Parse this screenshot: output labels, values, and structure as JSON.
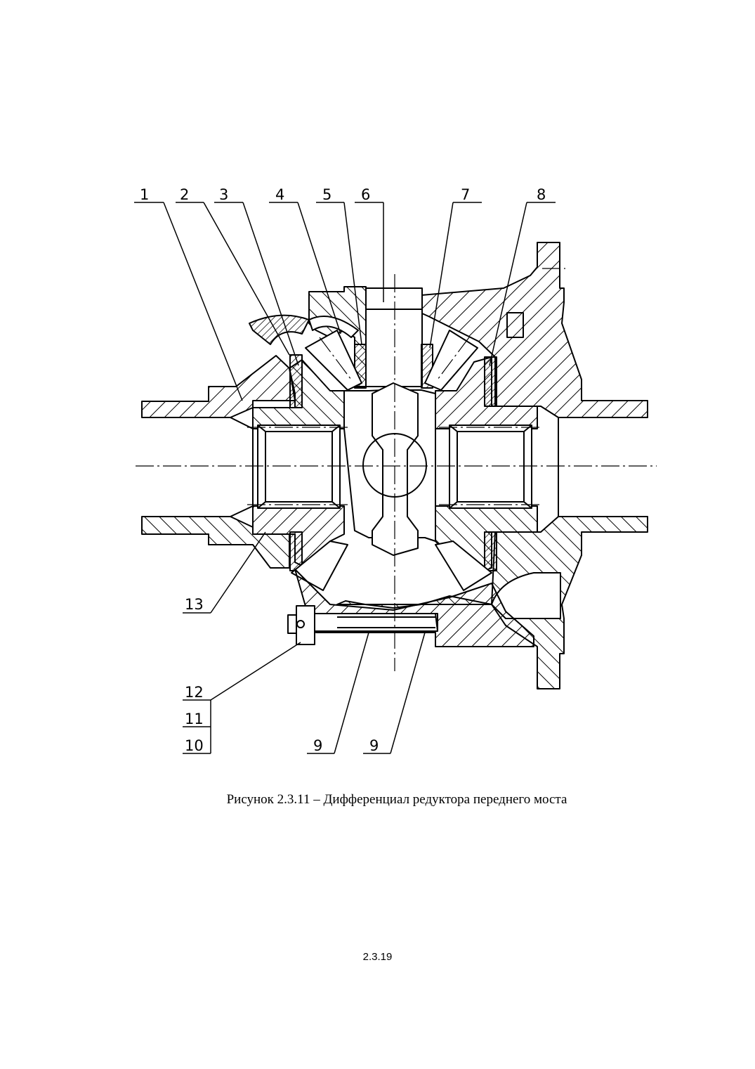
{
  "figure": {
    "callouts": [
      "1",
      "2",
      "3",
      "4",
      "5",
      "6",
      "7",
      "8",
      "9",
      "9",
      "10",
      "11",
      "12",
      "13"
    ]
  },
  "caption": "Рисунок 2.3.11 – Дифференциал редуктора переднего моста",
  "page_number": "2.3.19"
}
